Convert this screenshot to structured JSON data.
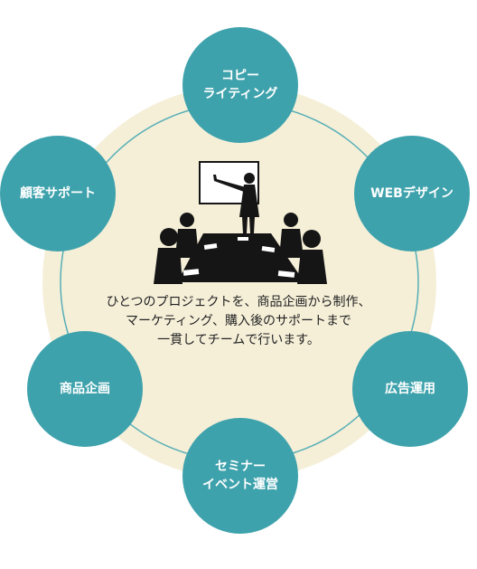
{
  "colors": {
    "node_fill": "#3ea2ac",
    "ring_line": "#56aeb6",
    "background_disc": "#f5efd8",
    "silhouette": "#151515"
  },
  "nodes": {
    "copywriting": "コピー\nライティング",
    "web_design": "WEBデザイン",
    "ad_operation": "広告運用",
    "seminar_event": "セミナー\nイベント運営",
    "product_planning": "商品企画",
    "customer_support": "顧客サポート"
  },
  "center": {
    "icon": "meeting-presentation-icon",
    "text": "ひとつのプロジェクトを、商品企画から制作、\nマーケティング、購入後のサポートまで\n一貫してチームで行います。"
  }
}
